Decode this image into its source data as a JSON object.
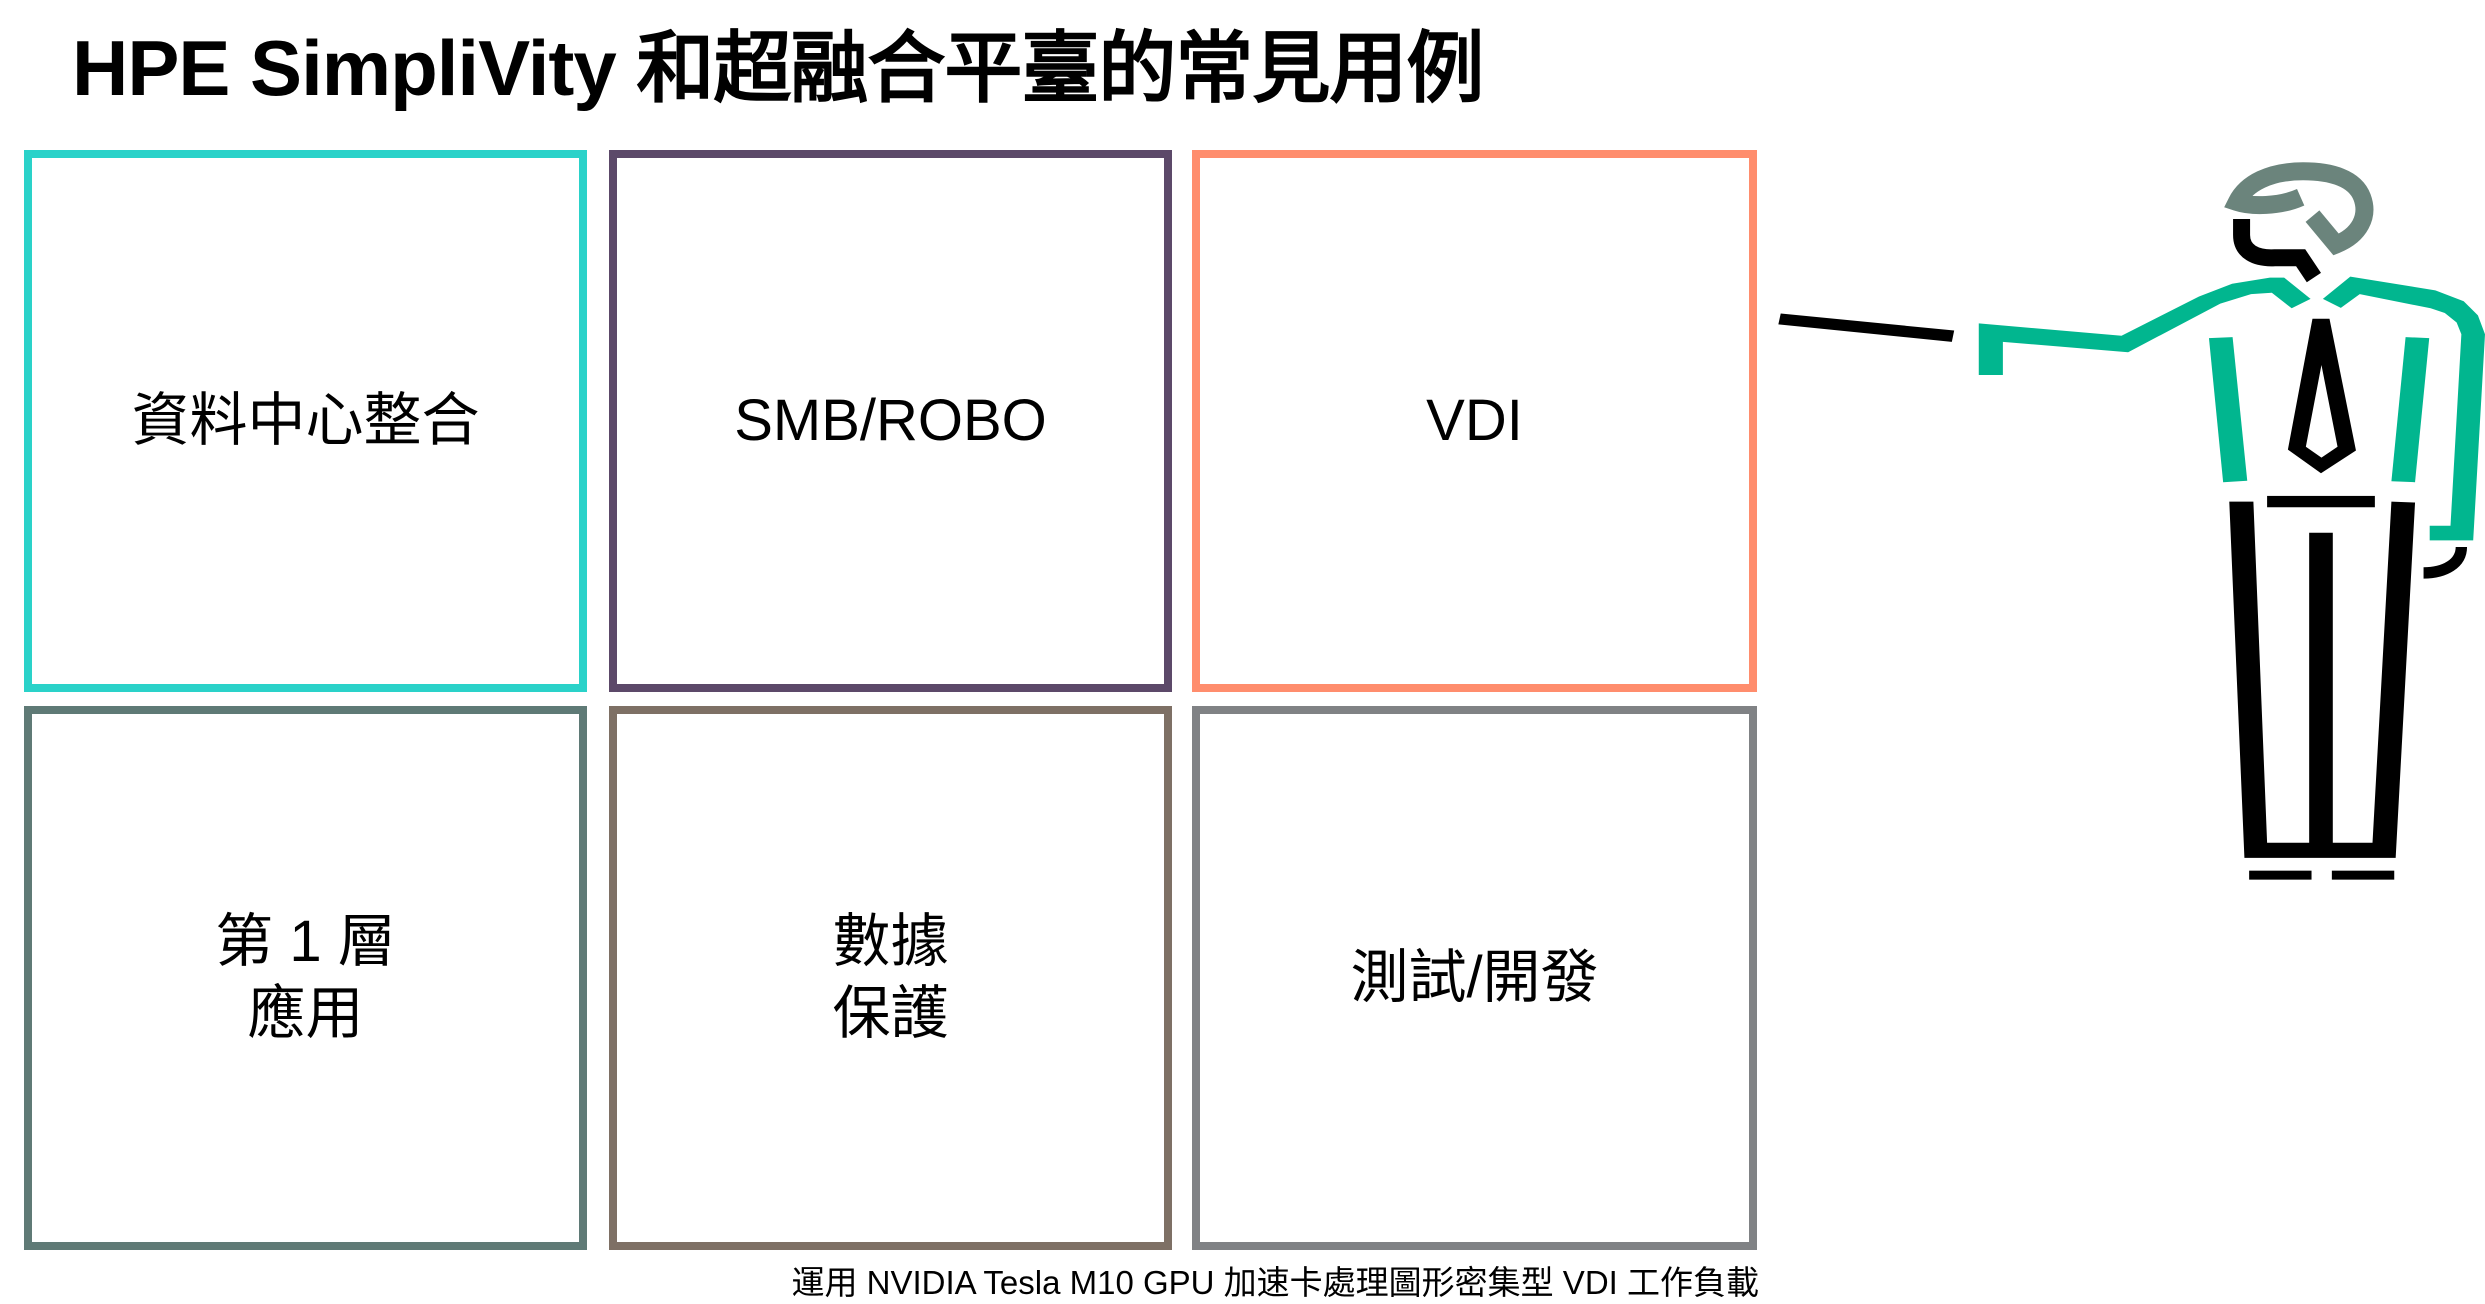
{
  "title": "HPE SimpliVity 和超融合平臺的常見用例",
  "tiles": [
    {
      "label": "資料中心整合",
      "color": "#2AD2C9"
    },
    {
      "label": "SMB/ROBO",
      "color": "#5C4969"
    },
    {
      "label": "VDI",
      "color": "#FF8D6D"
    },
    {
      "label": "第 1 層\n應用",
      "color": "#5F7A76"
    },
    {
      "label": "數據\n保護",
      "color": "#7E7065"
    },
    {
      "label": "測試/開發",
      "color": "#808285"
    }
  ],
  "footnote": "運用 NVIDIA Tesla M10 GPU 加速卡處理圖形密集型 VDI 工作負載",
  "figure_colors": {
    "shirt": "#01B68F",
    "head": "#6B847C",
    "outline": "#000000"
  }
}
